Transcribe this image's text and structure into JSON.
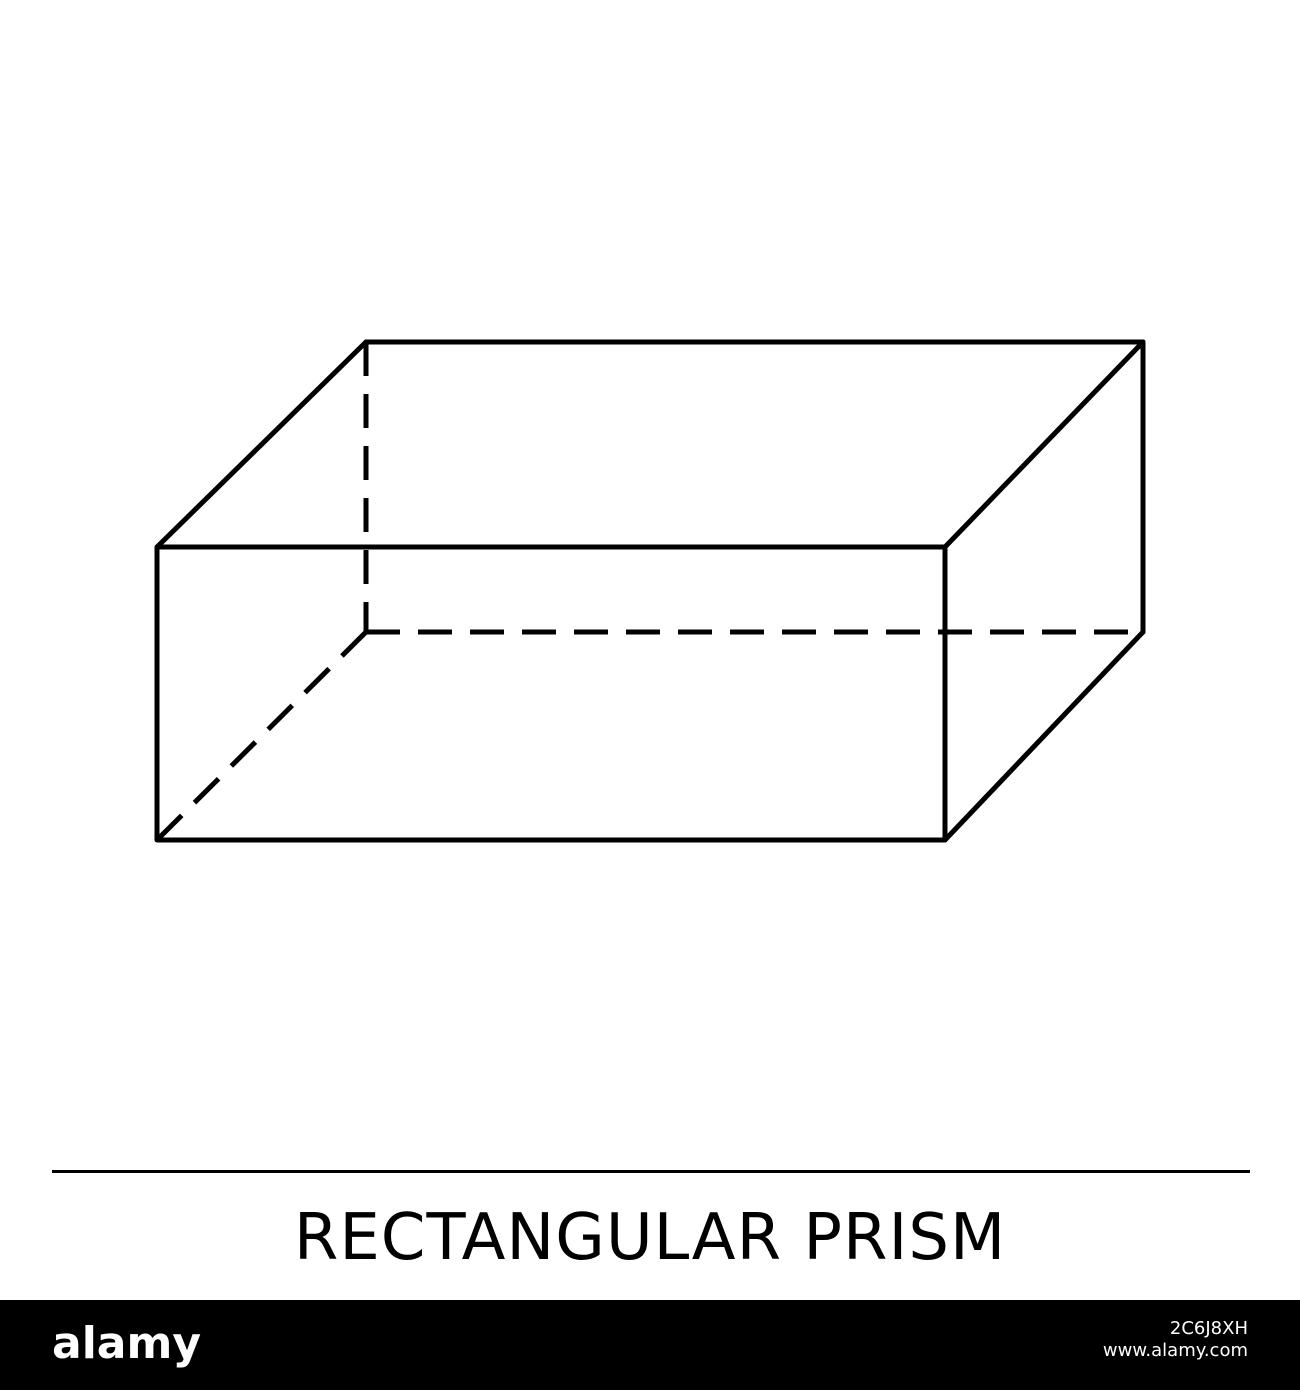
{
  "caption": {
    "title": "RECTANGULAR PRISM"
  },
  "footer": {
    "logo_text": "alamy",
    "image_id": "2C6J8XH",
    "site": "www.alamy.com"
  },
  "colors": {
    "line": "#000000",
    "background": "#ffffff",
    "footer_background": "#000000",
    "footer_text": "#ffffff"
  }
}
